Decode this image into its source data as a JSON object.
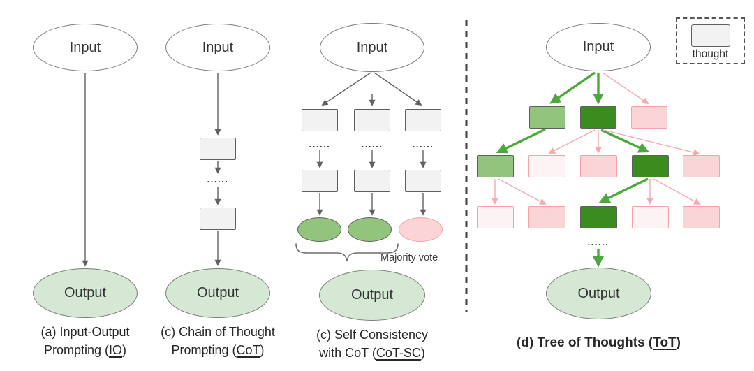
{
  "colors": {
    "light_green": "#d5e8d4",
    "mid_green": "#93c47d",
    "dark_green": "#3a8c1f",
    "pink_fill": "#fbd4d7",
    "pink_faint": "#fdf3f4",
    "pink_stroke": "#f2a2a8",
    "gray_fill": "#f2f2f2",
    "gray_stroke": "#7b7b7b",
    "green_arrow": "#4da83c",
    "pink_arrow": "#f5a9ae",
    "gray_arrow": "#616161"
  },
  "dots": "......",
  "panel_io": {
    "input": "Input",
    "output": "Output",
    "caption1": "(a) Input-Output",
    "caption2_pre": "Prompting (",
    "caption2_u": "IO",
    "caption2_post": ")"
  },
  "panel_cot": {
    "input": "Input",
    "output": "Output",
    "caption1": "(c) Chain of Thought",
    "caption2_pre": "Prompting (",
    "caption2_u": "CoT",
    "caption2_post": ")"
  },
  "panel_cotsc": {
    "input": "Input",
    "output": "Output",
    "majority_vote": "Majority vote",
    "caption1": "(c) Self Consistency",
    "caption2_pre": "with CoT (",
    "caption2_u": "CoT-SC",
    "caption2_post": ")"
  },
  "panel_tot": {
    "input": "Input",
    "output": "Output",
    "legend": "thought",
    "caption_pre": "(d) Tree of Thoughts (",
    "caption_u": "ToT",
    "caption_post": ")"
  }
}
